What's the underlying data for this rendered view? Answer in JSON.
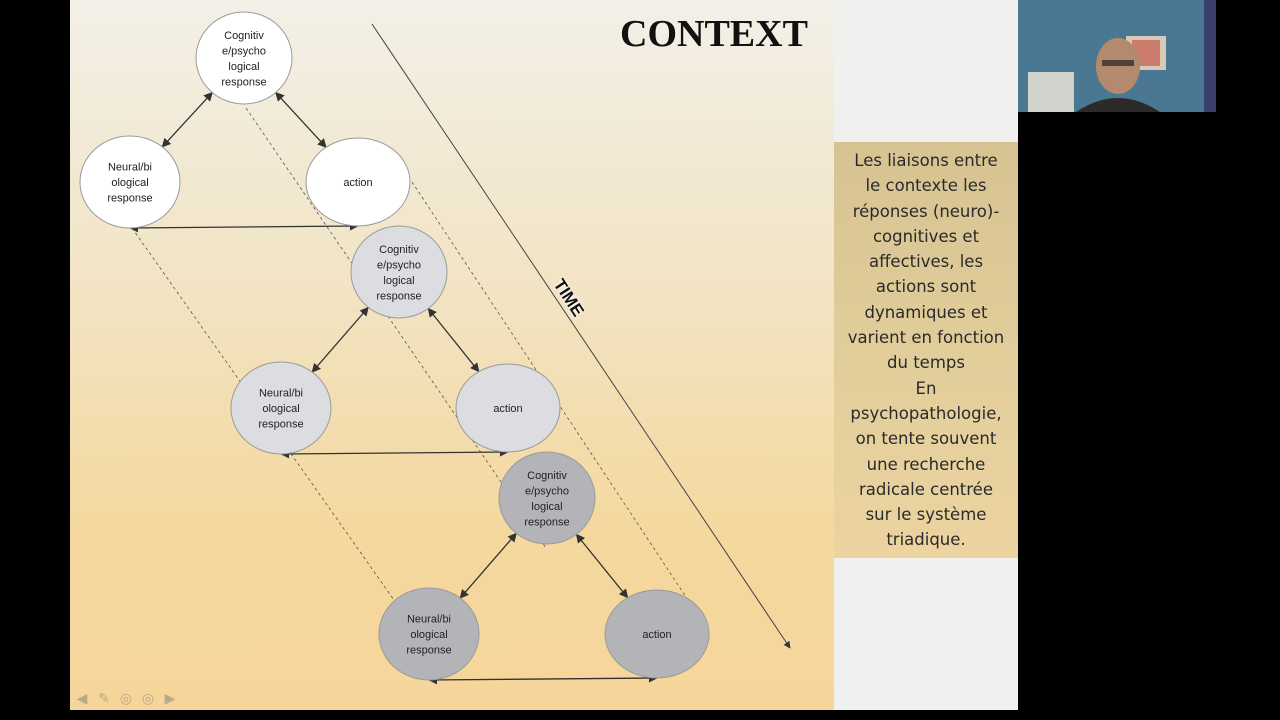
{
  "slide": {
    "title": "CONTEXT",
    "time_label": "TIME",
    "triads": [
      {
        "cognitive": [
          "Cognitiv",
          "e/psycho",
          "logical",
          "response"
        ],
        "neural": [
          "Neural/bi",
          "ological",
          "response"
        ],
        "action": "action",
        "fill": "#ffffff"
      },
      {
        "cognitive": [
          "Cognitiv",
          "e/psycho",
          "logical",
          "response"
        ],
        "neural": [
          "Neural/bi",
          "ological",
          "response"
        ],
        "action": "action",
        "fill": "#dcdde0"
      },
      {
        "cognitive": [
          "Cognitiv",
          "e/psycho",
          "logical",
          "response"
        ],
        "neural": [
          "Neural/bi",
          "ological",
          "response"
        ],
        "action": "action",
        "fill": "#b3b4b7"
      }
    ]
  },
  "side_panel": {
    "text": "Les liaisons entre\nle contexte les\nréponses (neuro)-\ncognitives et\naffectives, les\nactions sont\ndynamiques et\nvarient en fonction\ndu temps\nEn\npsychopathologie,\non tente souvent\nune recherche\nradicale centrée\nsur le système\ntriadique."
  },
  "navigation": {
    "icons": [
      "arrow-left-icon",
      "pen-icon",
      "more-icon",
      "menu-icon",
      "arrow-right-icon"
    ]
  }
}
